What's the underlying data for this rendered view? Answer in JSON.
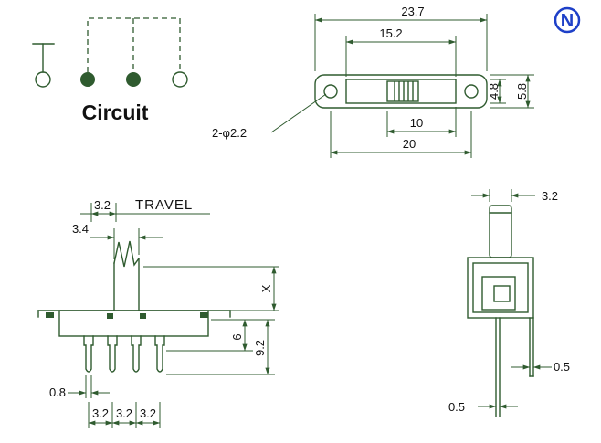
{
  "colors": {
    "line": "#2f5b2f",
    "text": "#111111",
    "logo_blue": "#1e40c8",
    "bg": "#ffffff"
  },
  "logo": {
    "letter": "N"
  },
  "circuit": {
    "label": "Circuit"
  },
  "top_view": {
    "dim_total_width": "23.7",
    "dim_slot_outer": "15.2",
    "dim_inner_height": "4.8",
    "dim_body_height": "5.8",
    "dim_travel_slot": "10",
    "dim_hole_pitch": "20",
    "hole_note": "2-φ2.2"
  },
  "front_view": {
    "dim_travel": "3.2",
    "travel_label": "TRAVEL",
    "dim_knob_width": "3.4",
    "dim_actuator_height": "X",
    "dim_body_to_shoulder": "6",
    "dim_body_to_pin_tip": "9.2",
    "dim_pin_width": "0.8",
    "dim_pin_pitch_1": "3.2",
    "dim_pin_pitch_2": "3.2",
    "dim_pin_pitch_3": "3.2"
  },
  "side_view": {
    "dim_width": "3.2",
    "dim_bracket_thickness": "0.5",
    "dim_pin_thickness": "0.5"
  }
}
